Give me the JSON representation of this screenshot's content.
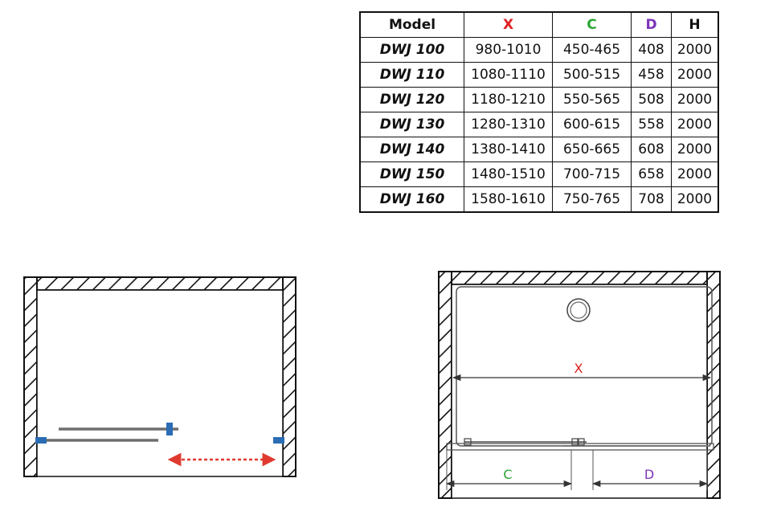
{
  "table": {
    "headers": [
      "Model",
      "X",
      "C",
      "D",
      "H"
    ],
    "header_colors": [
      "#111111",
      "#e02020",
      "#2aa532",
      "#7b35b8",
      "#111111"
    ],
    "rows": [
      [
        "DWJ 100",
        "980-1010",
        "450-465",
        "408",
        "2000"
      ],
      [
        "DWJ 110",
        "1080-1110",
        "500-515",
        "458",
        "2000"
      ],
      [
        "DWJ 120",
        "1180-1210",
        "550-565",
        "508",
        "2000"
      ],
      [
        "DWJ 130",
        "1280-1310",
        "600-615",
        "558",
        "2000"
      ],
      [
        "DWJ 140",
        "1380-1410",
        "650-665",
        "608",
        "2000"
      ],
      [
        "DWJ 150",
        "1480-1510",
        "700-715",
        "658",
        "2000"
      ],
      [
        "DWJ 160",
        "1580-1610",
        "750-765",
        "708",
        "2000"
      ]
    ]
  },
  "plan_view": {
    "dimension_labels": {
      "x": "X",
      "c": "C",
      "d": "D"
    },
    "colors": {
      "x": "#e02020",
      "c": "#2aa532",
      "d": "#7b35b8",
      "arrow": "#e03a30",
      "bracket": "#2a6db5"
    }
  }
}
